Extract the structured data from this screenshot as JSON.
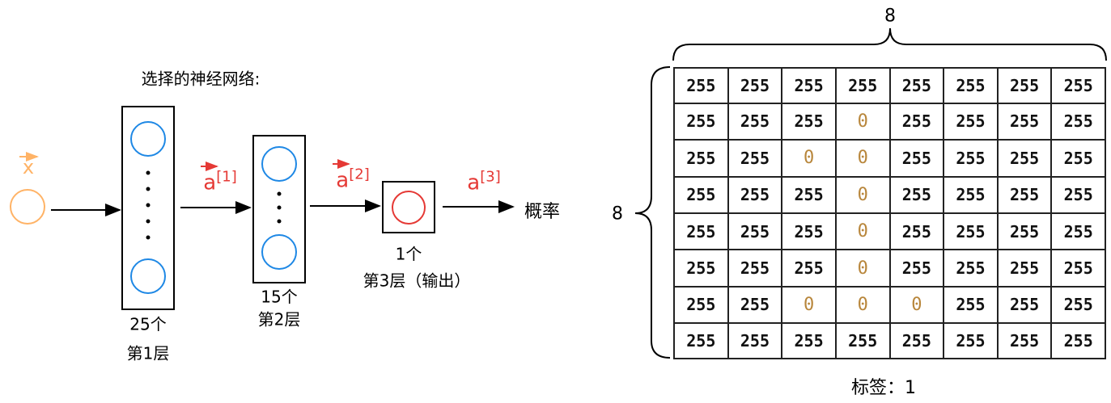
{
  "network": {
    "title": "选择的神经网络:",
    "input_label": "x",
    "layers": [
      {
        "count_label": "25个",
        "name_label": "第1层"
      },
      {
        "count_label": "15个",
        "name_label": "第2层"
      },
      {
        "count_label": "1个",
        "name_label": "第3层（输出）"
      }
    ],
    "activations": [
      {
        "base": "a",
        "sup": "[1]"
      },
      {
        "base": "a",
        "sup": "[2]"
      },
      {
        "base": "a",
        "sup": "[3]"
      }
    ],
    "output_label": "概率",
    "colors": {
      "input": "#FFB366",
      "neuron": "#1E88E5",
      "output_neuron": "#E53935",
      "activation": "#E53935"
    }
  },
  "image_grid": {
    "width_label": "8",
    "height_label": "8",
    "caption": "标签：1",
    "zero_color": "#B8863B",
    "rows": [
      [
        "255",
        "255",
        "255",
        "255",
        "255",
        "255",
        "255",
        "255"
      ],
      [
        "255",
        "255",
        "255",
        "0",
        "255",
        "255",
        "255",
        "255"
      ],
      [
        "255",
        "255",
        "0",
        "0",
        "255",
        "255",
        "255",
        "255"
      ],
      [
        "255",
        "255",
        "255",
        "0",
        "255",
        "255",
        "255",
        "255"
      ],
      [
        "255",
        "255",
        "255",
        "0",
        "255",
        "255",
        "255",
        "255"
      ],
      [
        "255",
        "255",
        "255",
        "0",
        "255",
        "255",
        "255",
        "255"
      ],
      [
        "255",
        "255",
        "0",
        "0",
        "0",
        "255",
        "255",
        "255"
      ],
      [
        "255",
        "255",
        "255",
        "255",
        "255",
        "255",
        "255",
        "255"
      ]
    ]
  }
}
